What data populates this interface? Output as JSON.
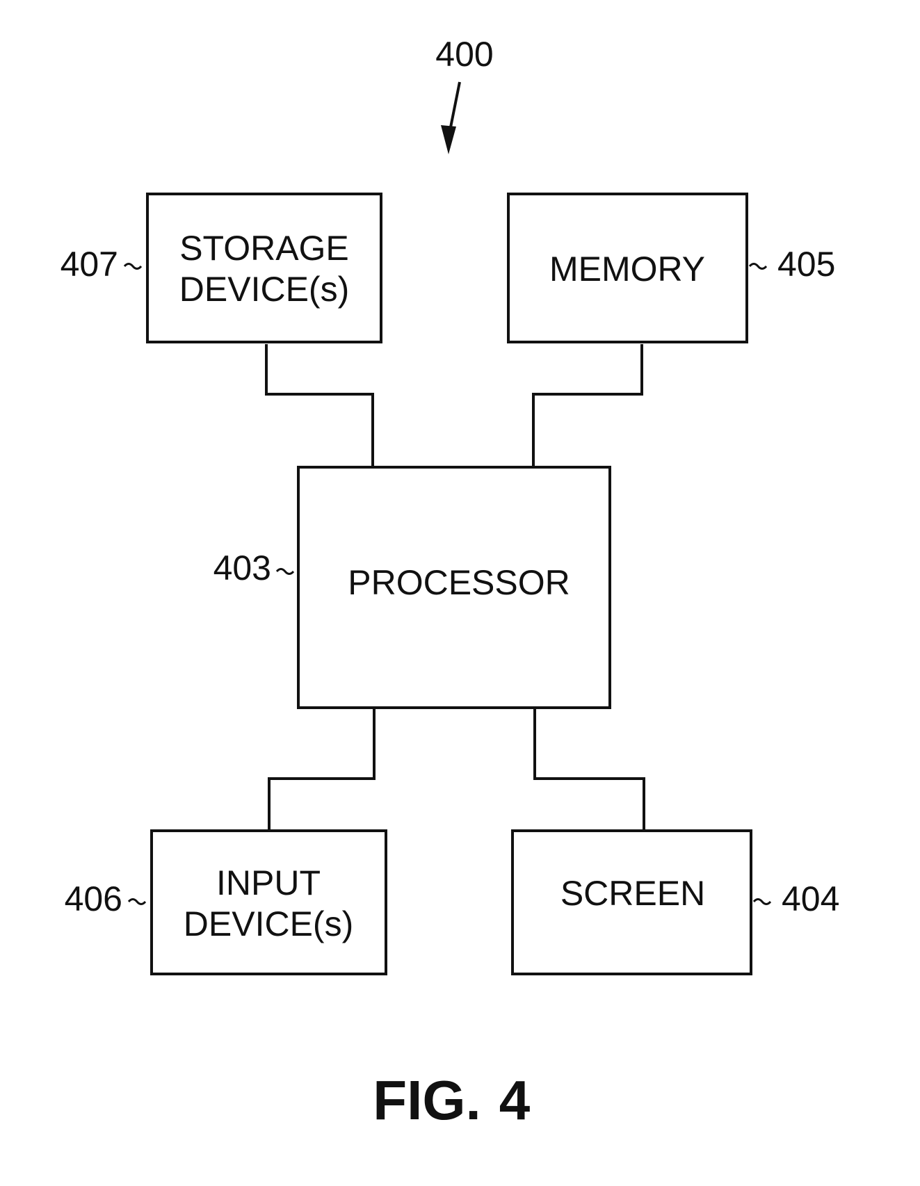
{
  "figure": {
    "ref": "400",
    "caption_prefix": "FIG.",
    "caption_number": "4"
  },
  "blocks": {
    "storage": {
      "line1": "STORAGE",
      "line2": "DEVICE(s)",
      "ref": "407"
    },
    "memory": {
      "label": "MEMORY",
      "ref": "405"
    },
    "processor": {
      "label": "PROCESSOR",
      "ref": "403"
    },
    "input": {
      "line1": "INPUT",
      "line2": "DEVICE(s)",
      "ref": "406"
    },
    "screen": {
      "label": "SCREEN",
      "ref": "404"
    }
  },
  "connections": [
    [
      "storage",
      "processor"
    ],
    [
      "memory",
      "processor"
    ],
    [
      "processor",
      "input"
    ],
    [
      "processor",
      "screen"
    ]
  ]
}
